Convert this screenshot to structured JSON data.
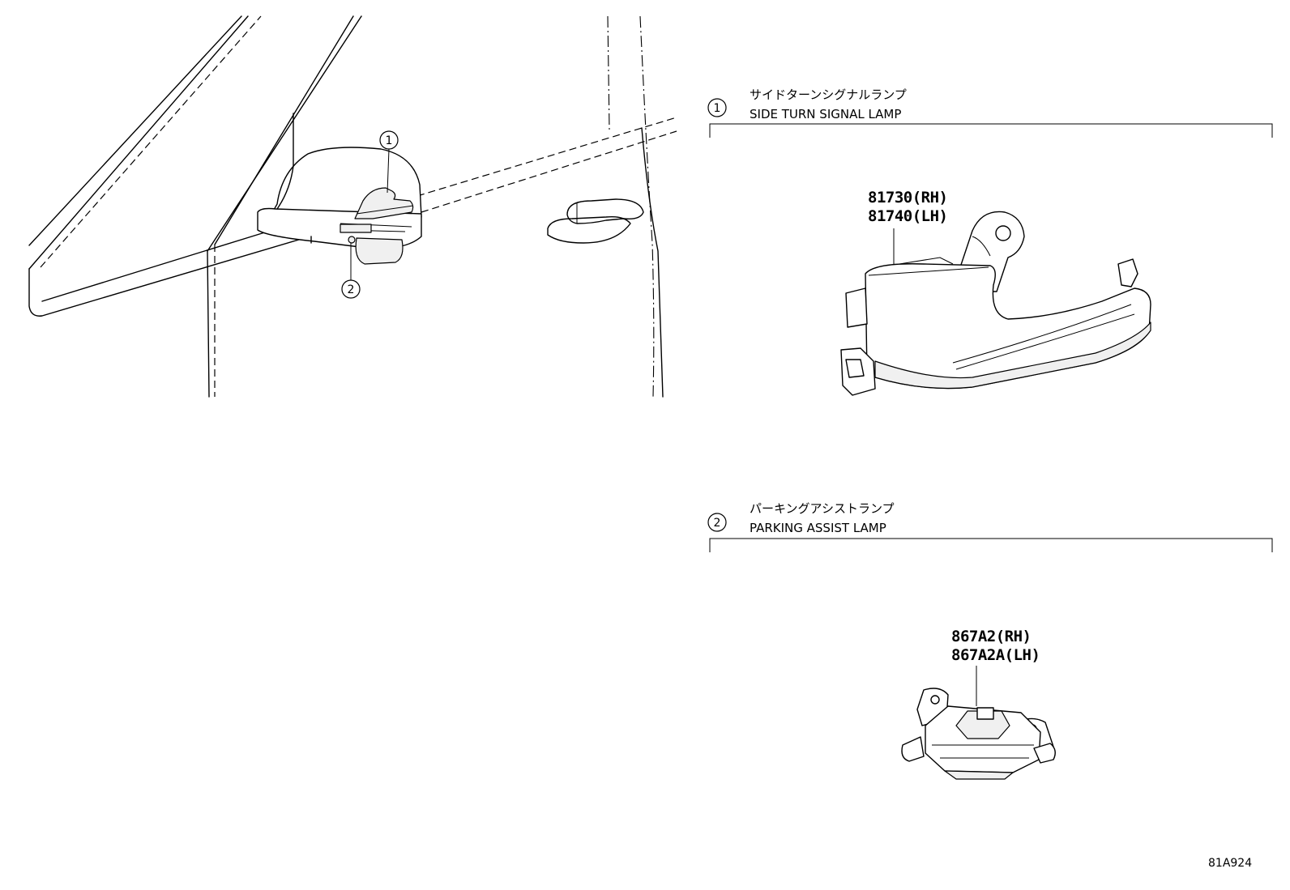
{
  "callouts": {
    "one": "1",
    "two": "2"
  },
  "groups": [
    {
      "number": "1",
      "title_jp": "サイドターンシグナルランプ",
      "title_en": "SIDE TURN SIGNAL LAMP",
      "parts": [
        "81730(RH)",
        "81740(LH)"
      ]
    },
    {
      "number": "2",
      "title_jp": "パーキングアシストランプ",
      "title_en": "PARKING ASSIST LAMP",
      "parts": [
        "867A2(RH)",
        "867A2A(LH)"
      ]
    }
  ],
  "illustration_id": "81A924"
}
